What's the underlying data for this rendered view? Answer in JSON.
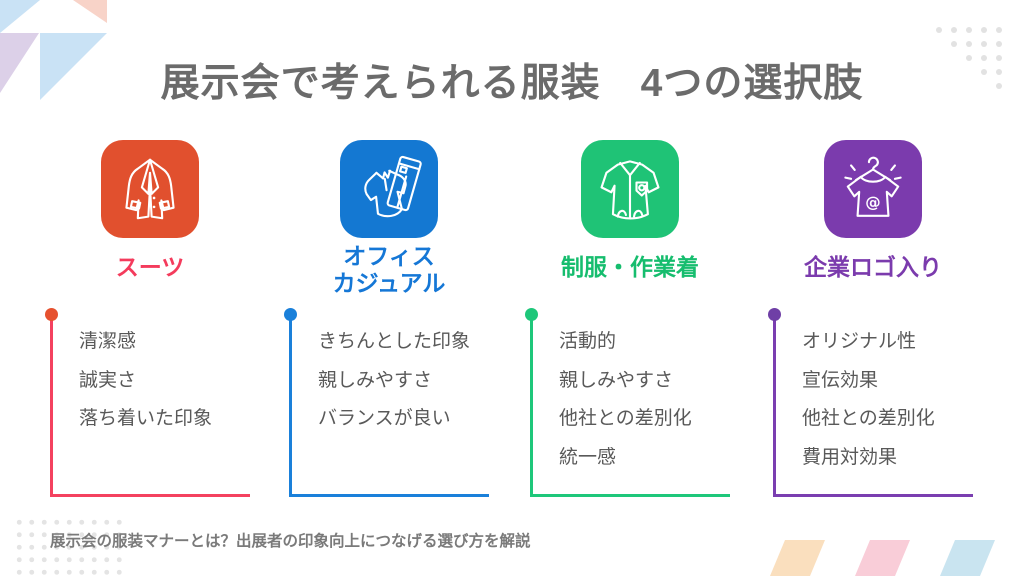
{
  "page": {
    "title": "展示会で考えられる服装　4つの選択肢",
    "footer": "展示会の服装マナーとは？出展者の印象向上につなげる選び方を解説"
  },
  "columns": [
    {
      "id": "suit",
      "label": "スーツ",
      "icon": "suit-jacket-icon",
      "icon_bg": "#E1502E",
      "label_color": "#F43B5C",
      "line_color": "#F4415F",
      "dot_color": "#E6512F",
      "items": [
        "清潔感",
        "誠実さ",
        "落ち着いた印象"
      ]
    },
    {
      "id": "office-casual",
      "label": "オフィス\nカジュアル",
      "icon": "office-casual-icon",
      "icon_bg": "#1478D2",
      "label_color": "#1577D6",
      "line_color": "#1A80DA",
      "dot_color": "#1A80DA",
      "items": [
        "きちんとした印象",
        "親しみやすさ",
        "バランスが良い"
      ]
    },
    {
      "id": "uniform-workwear",
      "label": "制服・作業着",
      "icon": "uniform-shirt-icon",
      "icon_bg": "#1FC376",
      "label_color": "#16BD6E",
      "line_color": "#1EC77A",
      "dot_color": "#1EC77A",
      "items": [
        "活動的",
        "親しみやすさ",
        "他社との差別化",
        "統一感"
      ]
    },
    {
      "id": "company-logo",
      "label": "企業ロゴ入り",
      "icon": "logo-tshirt-icon",
      "icon_bg": "#7B3BAD",
      "label_color": "#7B3BAD",
      "line_color": "#7A3EB0",
      "dot_color": "#6F3FA6",
      "items": [
        "オリジナル性",
        "宣伝効果",
        "他社との差別化",
        "費用対効果"
      ]
    }
  ],
  "decor": {
    "triangle_blue": "#C9E2F5",
    "triangle_salmon": "#F8D3C8",
    "triangle_lavender": "#DCD0E8",
    "stripe_peach": "#FADFBE",
    "stripe_pink": "#F9CDD8",
    "stripe_blue": "#C9E4F0",
    "dots_gray": "#E2E2E2",
    "title_color": "#6B6B6B",
    "body_text_color": "#595959"
  }
}
